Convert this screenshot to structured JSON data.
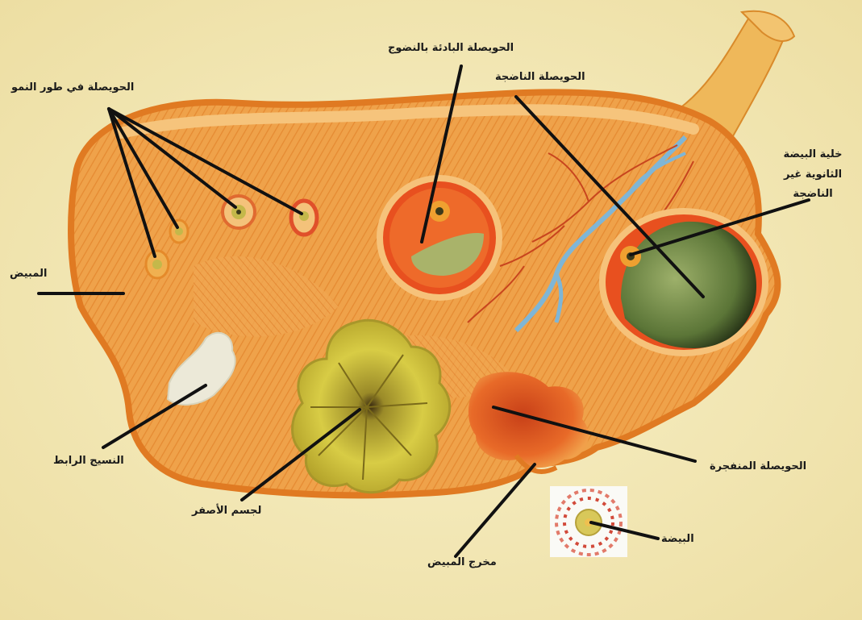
{
  "labels": {
    "growing_follicle": "الحويصلة في طور النمو",
    "maturing_follicle": "الحويصلة البادئة بالنضوج",
    "mature_follicle": "الحويصلة الناضجة",
    "secondary_oocyte_line1": "خلية البيضة",
    "secondary_oocyte_line2": "الثانوية غير",
    "secondary_oocyte_line3": "الناضجة",
    "ovary": "المبيض",
    "connective_tissue": "النسيج الرابط",
    "corpus_luteum": "لجسم الأصفر",
    "ruptured_follicle": "الحويصلة المنفجرة",
    "ovum": "البيضة",
    "ovary_outlet": "مخرج المبيض"
  },
  "colors": {
    "background": "#f5ecc0",
    "ovary_body": "#efa24a",
    "ovary_border": "#e07a22",
    "follicle_ring": "#e8501f",
    "follicle_fluid": "#a9b36a",
    "mature_fluid": "#4f6b2e",
    "corpus_luteum": "#cfc23a",
    "ruptured": "#d9501c",
    "vessel_blue": "#7fb6d6",
    "vessel_red": "#c8451e",
    "connective": "#e9e6d6",
    "leader_line": "#111111"
  }
}
